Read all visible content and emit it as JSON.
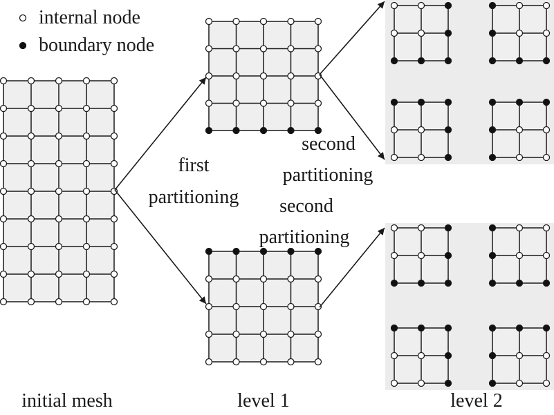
{
  "legend": {
    "internal_label": "internal node",
    "boundary_label": "boundary node"
  },
  "labels": {
    "initial_mesh": "initial mesh",
    "level1": "level 1",
    "level2": "level 2",
    "first_partition_line1": "first",
    "first_partition_line2": "partitioning",
    "second_top_line1": "second",
    "second_top_line2": "partitioning",
    "second_bottom_line1": "second",
    "second_bottom_line2": "partitioning"
  },
  "colors": {
    "mesh_fill": "#efefef",
    "panel_fill": "#ececec",
    "stroke": "#1a1a1a",
    "internal_node": "#ffffff",
    "boundary_node": "#111111"
  },
  "meshes": {
    "initial": {
      "cols": 4,
      "rows": 8
    },
    "level1": {
      "cols": 4,
      "rows": 4
    },
    "level2": {
      "cols": 2,
      "rows": 2
    }
  }
}
